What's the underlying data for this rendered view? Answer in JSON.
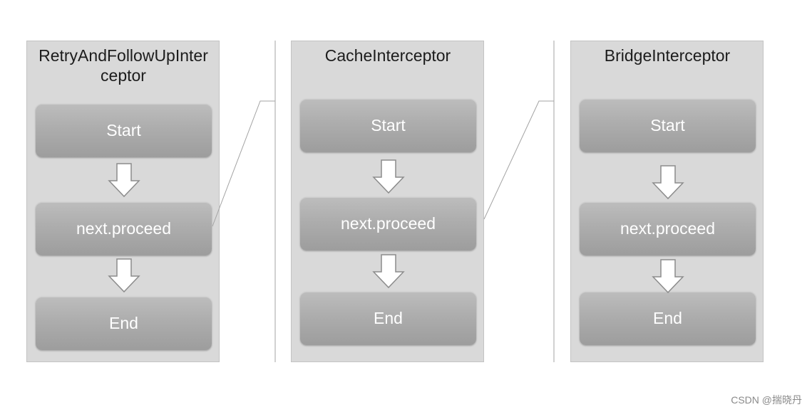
{
  "panels": [
    {
      "title": "RetryAndFollowUpInterceptor",
      "steps": [
        "Start",
        "next.proceed",
        "End"
      ]
    },
    {
      "title": "CacheInterceptor",
      "steps": [
        "Start",
        "next.proceed",
        "End"
      ]
    },
    {
      "title": "BridgeInterceptor",
      "steps": [
        "Start",
        "next.proceed",
        "End"
      ]
    }
  ],
  "watermark": "CSDN @揣晓丹",
  "colors": {
    "panel_background": "#d9d9d9",
    "step_box_top": "#bdbdbd",
    "step_box_bottom": "#9d9d9d",
    "step_text": "#ffffff",
    "connector_line": "#a3a3a3",
    "arrow_outline": "#8c8c8c"
  }
}
